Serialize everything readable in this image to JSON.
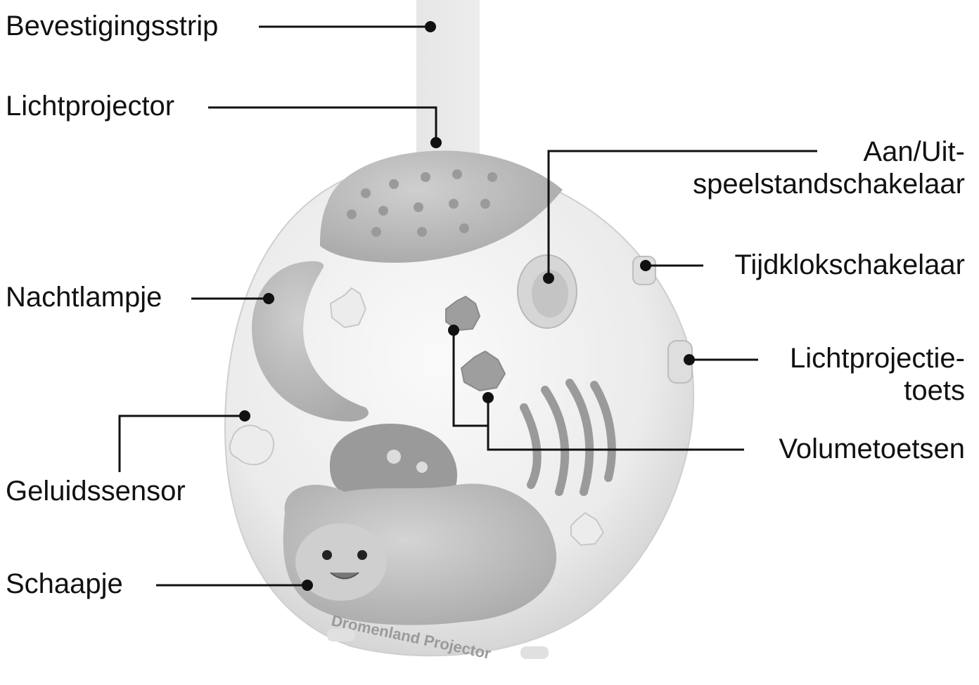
{
  "labels": {
    "bevestigingsstrip": "Bevestigingsstrip",
    "lichtprojector": "Lichtprojector",
    "nachtlampje": "Nachtlampje",
    "geluidssensor": "Geluidssensor",
    "schaapje": "Schaapje",
    "aan_uit_line1": "Aan/Uit-",
    "aan_uit_line2": "speelstandschakelaar",
    "tijdklokschakelaar": "Tijdklokschakelaar",
    "lichtprojectie_line1": "Lichtprojectie-",
    "lichtprojectie_line2": "toets",
    "volumetoetsen": "Volumetoetsen"
  },
  "device": {
    "brand_text": "Dromenland Projector"
  }
}
